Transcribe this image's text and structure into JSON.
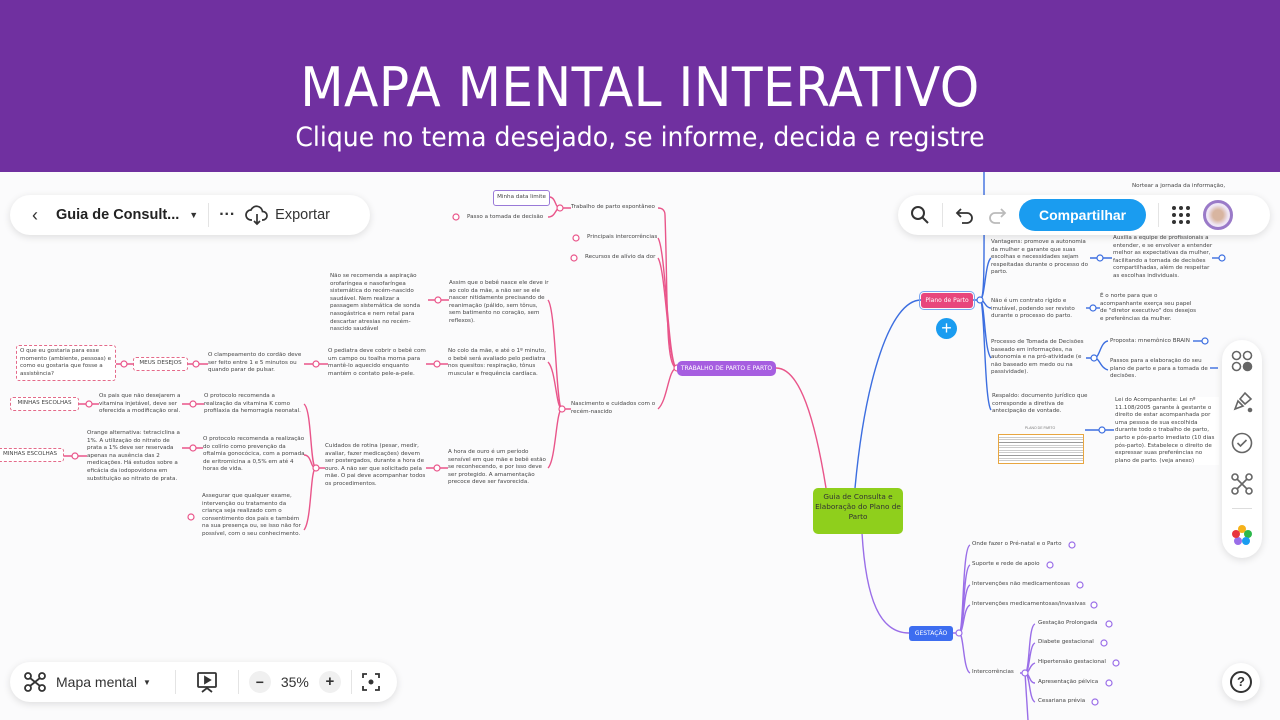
{
  "banner": {
    "title": "MAPA MENTAL INTERATIVO",
    "subtitle": "Clique no tema desejado, se informe, decida e registre"
  },
  "toolbar_top_left": {
    "back_icon": "chevron-left-icon",
    "doc_title": "Guia de Consult...",
    "more_icon": "ellipsis-icon",
    "export_label": "Exportar",
    "export_icon": "cloud-download-icon"
  },
  "toolbar_top_right": {
    "search_icon": "search-icon",
    "undo_icon": "undo-icon",
    "redo_icon": "redo-icon",
    "share_label": "Compartilhar",
    "apps_icon": "grid-icon",
    "avatar": "avatar"
  },
  "side_toolbar": [
    "layout-icon",
    "paintbrush-icon",
    "check-circle-icon",
    "mindmap-icon",
    "color-palette-icon"
  ],
  "toolbar_bottom": {
    "view_label": "Mapa mental",
    "zoom": "35%",
    "zoom_out": "−",
    "zoom_in": "+"
  },
  "help": "?",
  "colors": {
    "banner": "#7030a0",
    "central": "#8fcf1c",
    "labor": "#a65ee0",
    "plan": "#e8467c",
    "gestation": "#3d6df0",
    "share": "#1a9cf0"
  },
  "map": {
    "central": "Guia de Consulta e Elaboração do Plano de Parto",
    "labor": {
      "title": "TRABALHO DE PARTO E PARTO",
      "spontaneous": "Trabalho de parto espontâneo",
      "my_deadline": "Minha data limite",
      "decision": "Passo a tomada de decisão",
      "complications": "Principais intercorrências",
      "pain_relief": "Recursos de alívio da dor",
      "birth": "Nascimento e cuidados com o recém-nascido",
      "b1": "Assim que o bebê nasce ele deve ir ao colo da mãe, a não ser se ele nascer nitidamente precisando de reanimação (pálido, sem tônus, sem batimento no coração, sem reflexos).",
      "b2": "No colo da mãe, e até o 1º minuto, o bebê será avaliado pelo pediatra nos quesitos: respiração, tônus muscular e frequência cardíaca.",
      "b3": "A hora de ouro é um período sensível em que mãe e bebê estão se reconhecendo, e por isso deve ser protegido. A amamentação precoce deve ser favorecida.",
      "c1": "Não se recomenda a aspiração orofaríngea e nasofaríngea sistemática do recém-nascido saudável. Nem realizar a passagem sistemática de sonda nasogástrica e nem retal para descartar atresias no recém-nascido saudável",
      "c2": "O pediatra deve cobrir o bebê com um campo ou toalha morna para mantê-lo aquecido enquanto mantém o contato pele-a-pele.",
      "c3": "Cuidados de rotina (pesar, medir, avaliar, fazer medicações) devem ser postergados, durante a hora de ouro. A não ser que solicitado pela mãe. O pai deve acompanhar todos os procedimentos.",
      "cord": "O clampeamento do cordão deve ser feito entre 1 e 5 minutos ou quando parar de pulsar.",
      "my_wishes": "MEUS DESEJOS",
      "wish_q": "O que eu gostaria para esse momento (ambiente, pessoas) e como eu gostaria que fosse a assistência?",
      "vitk": "O protocolo recomenda a realização da vitamina K como profilaxia da hemorragia neonatal.",
      "vitk_alt": "Os pais que não desejarem a vitamina injetável, deve ser oferecida a modificação oral.",
      "choices1": "MINHAS ESCOLHAS",
      "eye": "O protocolo recomenda a realização do colírio como prevenção da oftalmia gonocócica, com a pomada de eritromicina a 0,5% em até 4 horas de vida.",
      "eye_alt": "Orange alternativa: tetraciclina a 1%. A utilização do nitrato de prata a 1% deve ser reservada apenas na ausência das 2 medicações. Há estudos sobre a eficácia da iodopovidona em substituição ao nitrato de prata.",
      "choices2": "MINHAS ESCOLHAS",
      "consent": "Assegurar que qualquer exame, intervenção ou tratamento da criança seja realizado com o consentimento dos pais e também na sua presença ou, se isso não for possível, com o seu conhecimento."
    },
    "plan": {
      "title": "Plano de Parto",
      "guide": "Nortear a jornada da informação,",
      "adv": "Vantagens: promove a autonomia da mulher e garante que suas escolhas e necessidades sejam respeitadas durante o processo do parto.",
      "adv2": "Auxilia a equipe de profissionais a entender, e se envolver a entender melhor as expectativas da mulher, facilitando a tomada de decisões compartilhadas, além de respeitar as escolhas individuais.",
      "flex": "Não é um contrato rígido e imutável, podendo ser revisto durante o processo do parto.",
      "flex2": "É o norte para que o acompanhante exerça seu papel de \"diretor executivo\" dos desejos e preferências da mulher.",
      "process": "Processo de Tomada de Decisões baseado em informações, na autonomia e na pró-atividade (e não baseado em medo ou na passividade).",
      "brain": "Proposta: mnemônico BRAIN",
      "steps": "Passos para a elaboração do seu plano de parto e para a tomada de decisões.",
      "legal": "Respaldo: documento jurídico que corresponde a diretiva de antecipação de vontade.",
      "thumb_label": "PLANO DE PARTO",
      "law": "Lei do Acompanhante: Lei nº 11.108/2005 garante à gestante o direito de estar acompanhada por uma pessoa de sua escolhida durante todo o trabalho de parto, parto e pós-parto imediato (10 dias pós-parto). Estabelece o direito de expressar suas preferências no plano de parto. (veja anexo)"
    },
    "gestation": {
      "title": "GESTAÇÃO",
      "items": [
        "Onde fazer o Pré-natal e o Parto",
        "Suporte e rede de apoio",
        "Intervenções não medicamentosas",
        "Intervenções medicamentosas/invasivas",
        "Intercorrências"
      ],
      "complications": [
        "Gestação Prolongada",
        "Diabete gestacional",
        "Hipertensão gestacional",
        "Apresentação pélvica",
        "Cesariana prévia"
      ]
    }
  }
}
